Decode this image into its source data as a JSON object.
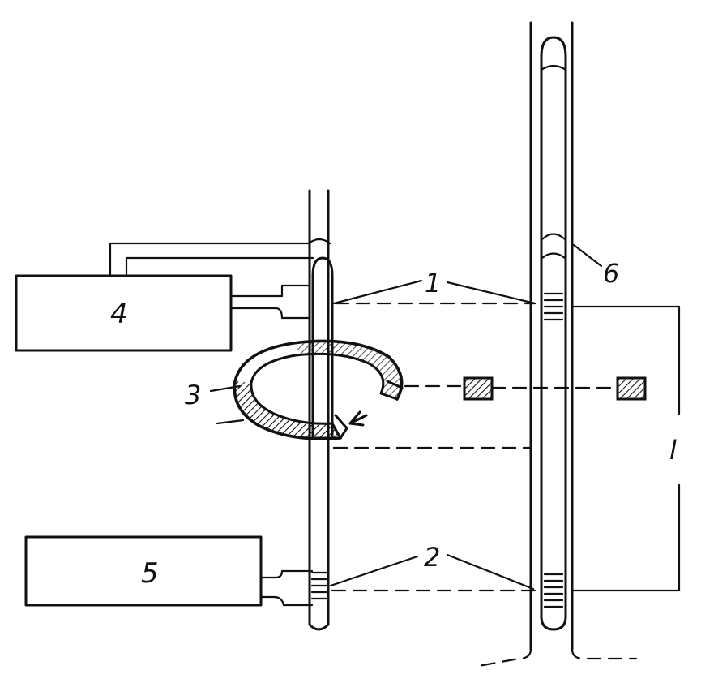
{
  "labels": {
    "one": "1",
    "two": "2",
    "three": "3",
    "four": "4",
    "five": "5",
    "six": "6",
    "l": "l"
  }
}
